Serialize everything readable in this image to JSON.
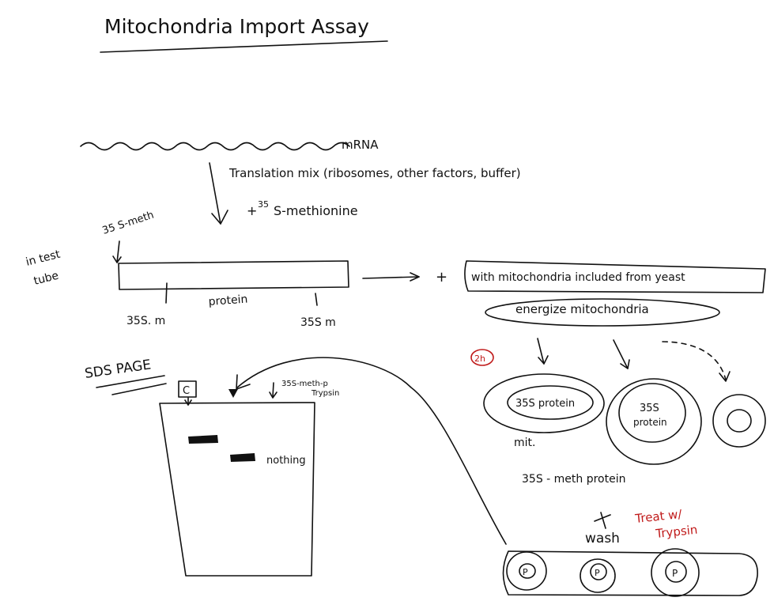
{
  "title": "Mitochondria Import Assay",
  "mrna_label": "mRNA",
  "translation_mix": "Translation mix (ribosomes, other factors, buffer)",
  "methionine_plus": "+",
  "methionine_sup": "35",
  "methionine_rest": "S-methionine",
  "left_note_line1": "in test",
  "left_note_line2": "tube",
  "s35_meth_top": "35 S-meth",
  "protein_label": "protein",
  "s35m_left": "35S. m",
  "s35m_right": "35S m",
  "plus_sign": "+",
  "with_mito": "with mitochondria included from yeast",
  "energize": "energize mitochondria",
  "two_h": "2h",
  "mito_protein_1": "35S protein",
  "mito_protein_2_line1": "35S",
  "mito_protein_2_line2": "protein",
  "mit_label": "mit.",
  "s35_meth_protein": "35S - meth protein",
  "sds_page": "SDS PAGE",
  "lane_c": "C",
  "lane_note_line1": "35S-meth-p",
  "lane_note_line2": "Trypsin",
  "nothing": "nothing",
  "wash": "wash",
  "treat_line1": "Treat w/",
  "treat_line2": "Trypsin",
  "p_label": "P",
  "colors": {
    "ink": "#111111",
    "red": "#c01a1a"
  }
}
